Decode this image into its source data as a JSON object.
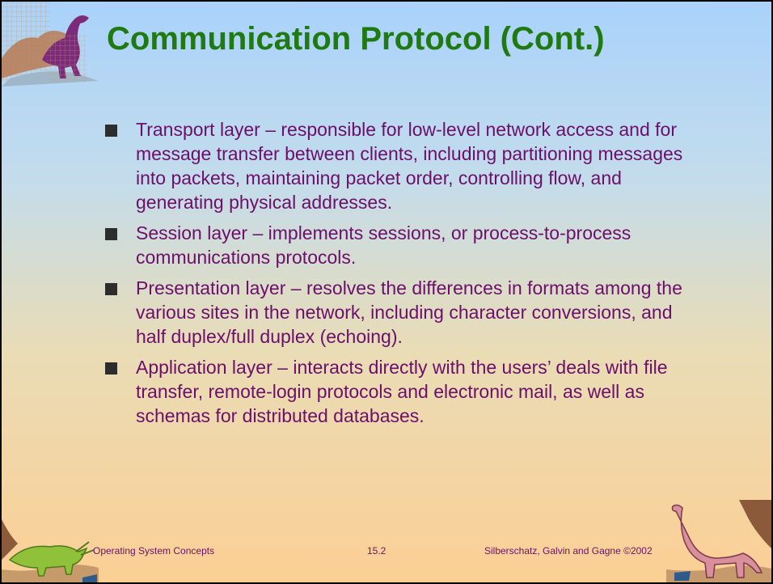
{
  "slide": {
    "title": "Communication Protocol (Cont.)",
    "bullets": [
      "Transport layer – responsible for low-level network access and for message transfer between clients, including partitioning messages into packets, maintaining packet order, controlling flow, and generating physical addresses.",
      "Session layer – implements sessions, or process-to-process communications protocols.",
      "Presentation layer – resolves the differences in formats among the various sites in the network, including character conversions, and half duplex/full duplex (echoing).",
      "Application layer – interacts directly with the users’ deals with file transfer, remote-login protocols and electronic mail, as well as schemas for distributed databases."
    ],
    "footer": {
      "left": "Operating System Concepts",
      "page": "15.2",
      "right": "Silberschatz, Galvin and Gagne ©2002"
    }
  },
  "colors": {
    "title": "#1f7a12",
    "body": "#6b0f6b",
    "bullet": "#2d2d2d"
  },
  "icons": [
    "dinosaur-grid-icon",
    "triceratops-icon",
    "brontosaurus-icon"
  ]
}
